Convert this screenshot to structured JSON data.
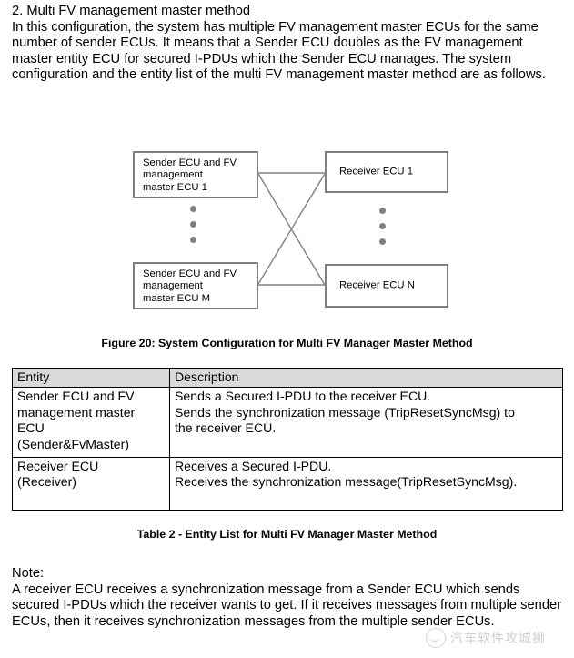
{
  "document": {
    "section_heading": "2. Multi FV management master method",
    "intro_paragraph": "In this configuration, the system has multiple FV management master ECUs for the same number of sender ECUs. It means that a Sender ECU doubles as the FV management master entity ECU for secured I-PDUs which the Sender ECU manages. The system configuration and the entity list of the multi FV management master method are as follows."
  },
  "figure": {
    "caption": "Figure 20: System Configuration for Multi FV Manager Master Method",
    "nodes": {
      "sender_top": "Sender ECU and FV\nmanagement\nmaster ECU 1",
      "sender_bottom": "Sender ECU and FV\nmanagement\nmaster ECU M",
      "receiver_top": "Receiver ECU 1",
      "receiver_bottom": "Receiver ECU N"
    },
    "ellipsis_dot_count": 3,
    "colors": {
      "node_border": "#808080",
      "connector_line": "#808080",
      "ellipsis_dot": "#808080"
    }
  },
  "table": {
    "caption": "Table 2 -  Entity List for Multi FV Manager Master Method",
    "headers": [
      "Entity",
      "Description"
    ],
    "rows": [
      {
        "entity": "Sender ECU and FV\nmanagement master\nECU\n(Sender&FvMaster)",
        "description": "Sends a Secured I-PDU to the receiver ECU.\nSends the synchronization message (TripResetSyncMsg) to\nthe receiver ECU."
      },
      {
        "entity": "Receiver ECU\n(Receiver)",
        "description": "Receives a Secured I-PDU.\nReceives the synchronization message(TripResetSyncMsg)."
      }
    ],
    "header_background": "#d9d9d9"
  },
  "note": {
    "label": "Note:",
    "body": "A receiver ECU receives a synchronization message from a Sender ECU which sends secured I-PDUs which the receiver wants to get. If it receives messages from multiple sender ECUs, then it receives synchronization messages from the multiple sender ECUs."
  },
  "watermark": {
    "text": "汽车软件攻城狮"
  }
}
